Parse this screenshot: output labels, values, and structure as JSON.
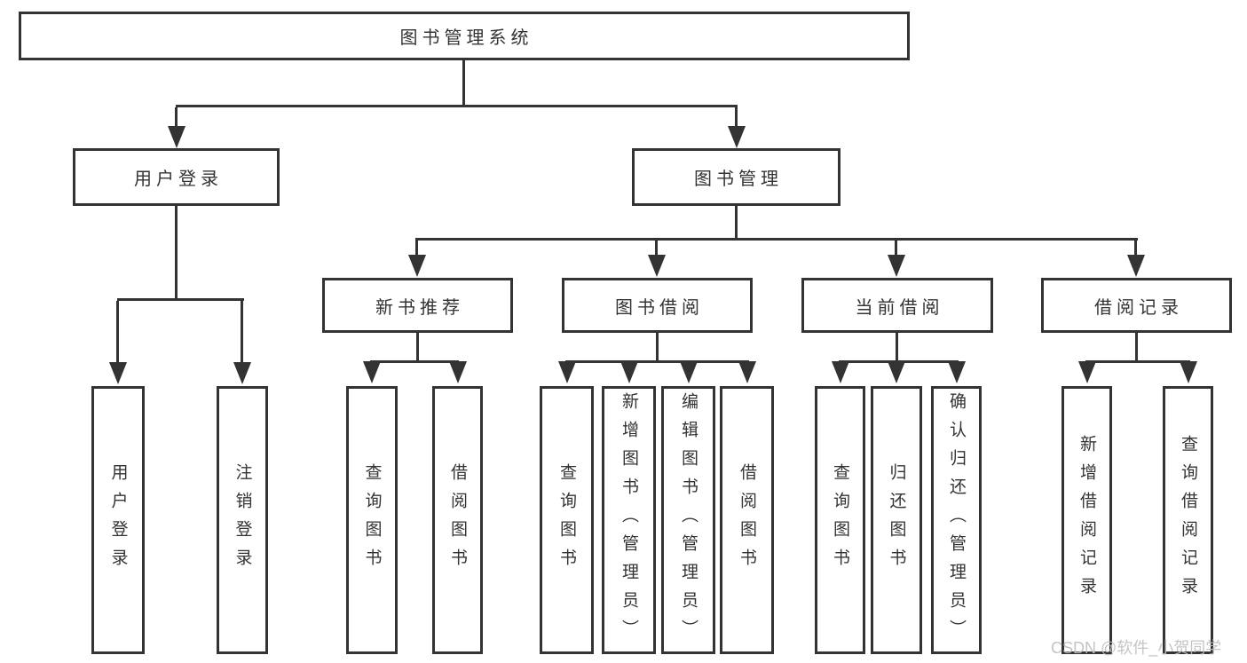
{
  "diagram": {
    "type": "hierarchy-structure-chart",
    "tree": {
      "label": "图书管理系统",
      "children": [
        {
          "label": "用户登录",
          "children": [
            {
              "label": "用户登录"
            },
            {
              "label": "注销登录"
            }
          ]
        },
        {
          "label": "图书管理",
          "children": [
            {
              "label": "新书推荐",
              "children": [
                {
                  "label": "查询图书"
                },
                {
                  "label": "借阅图书"
                }
              ]
            },
            {
              "label": "图书借阅",
              "children": [
                {
                  "label": "查询图书"
                },
                {
                  "label": "新增图书（管理员）"
                },
                {
                  "label": "编辑图书（管理员）"
                },
                {
                  "label": "借阅图书"
                }
              ]
            },
            {
              "label": "当前借阅",
              "children": [
                {
                  "label": "查询图书"
                },
                {
                  "label": "归还图书"
                },
                {
                  "label": "确认归还（管理员）"
                }
              ]
            },
            {
              "label": "借阅记录",
              "children": [
                {
                  "label": "新增借阅记录"
                },
                {
                  "label": "查询借阅记录"
                }
              ]
            }
          ]
        }
      ]
    }
  },
  "watermark": {
    "text": "CSDN @软件_小贺同学"
  },
  "colors": {
    "line": "#333333",
    "text": "#333333",
    "box_background": "#ffffff",
    "page_background": "#ffffff",
    "watermark": "#bfbfbf"
  }
}
